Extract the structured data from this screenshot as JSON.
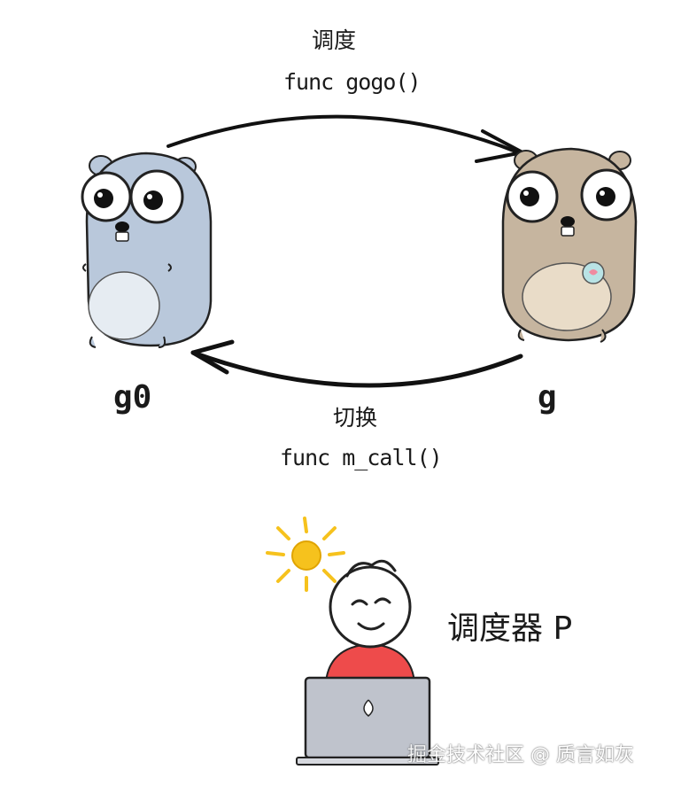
{
  "top_arrow": {
    "title": "调度",
    "func": "func gogo()"
  },
  "bottom_arrow": {
    "title": "切换",
    "func": "func m_call()"
  },
  "gophers": {
    "left": {
      "label": "g0",
      "color": "#b9c8db"
    },
    "right": {
      "label": "g",
      "color": "#c6b59f"
    }
  },
  "scheduler": {
    "label": "调度器 P",
    "shirt_color": "#ee4b4b",
    "sun_color": "#f6c21d",
    "laptop_color": "#bfc3cc"
  },
  "watermark": "掘金技术社区 @ 质言如灰"
}
